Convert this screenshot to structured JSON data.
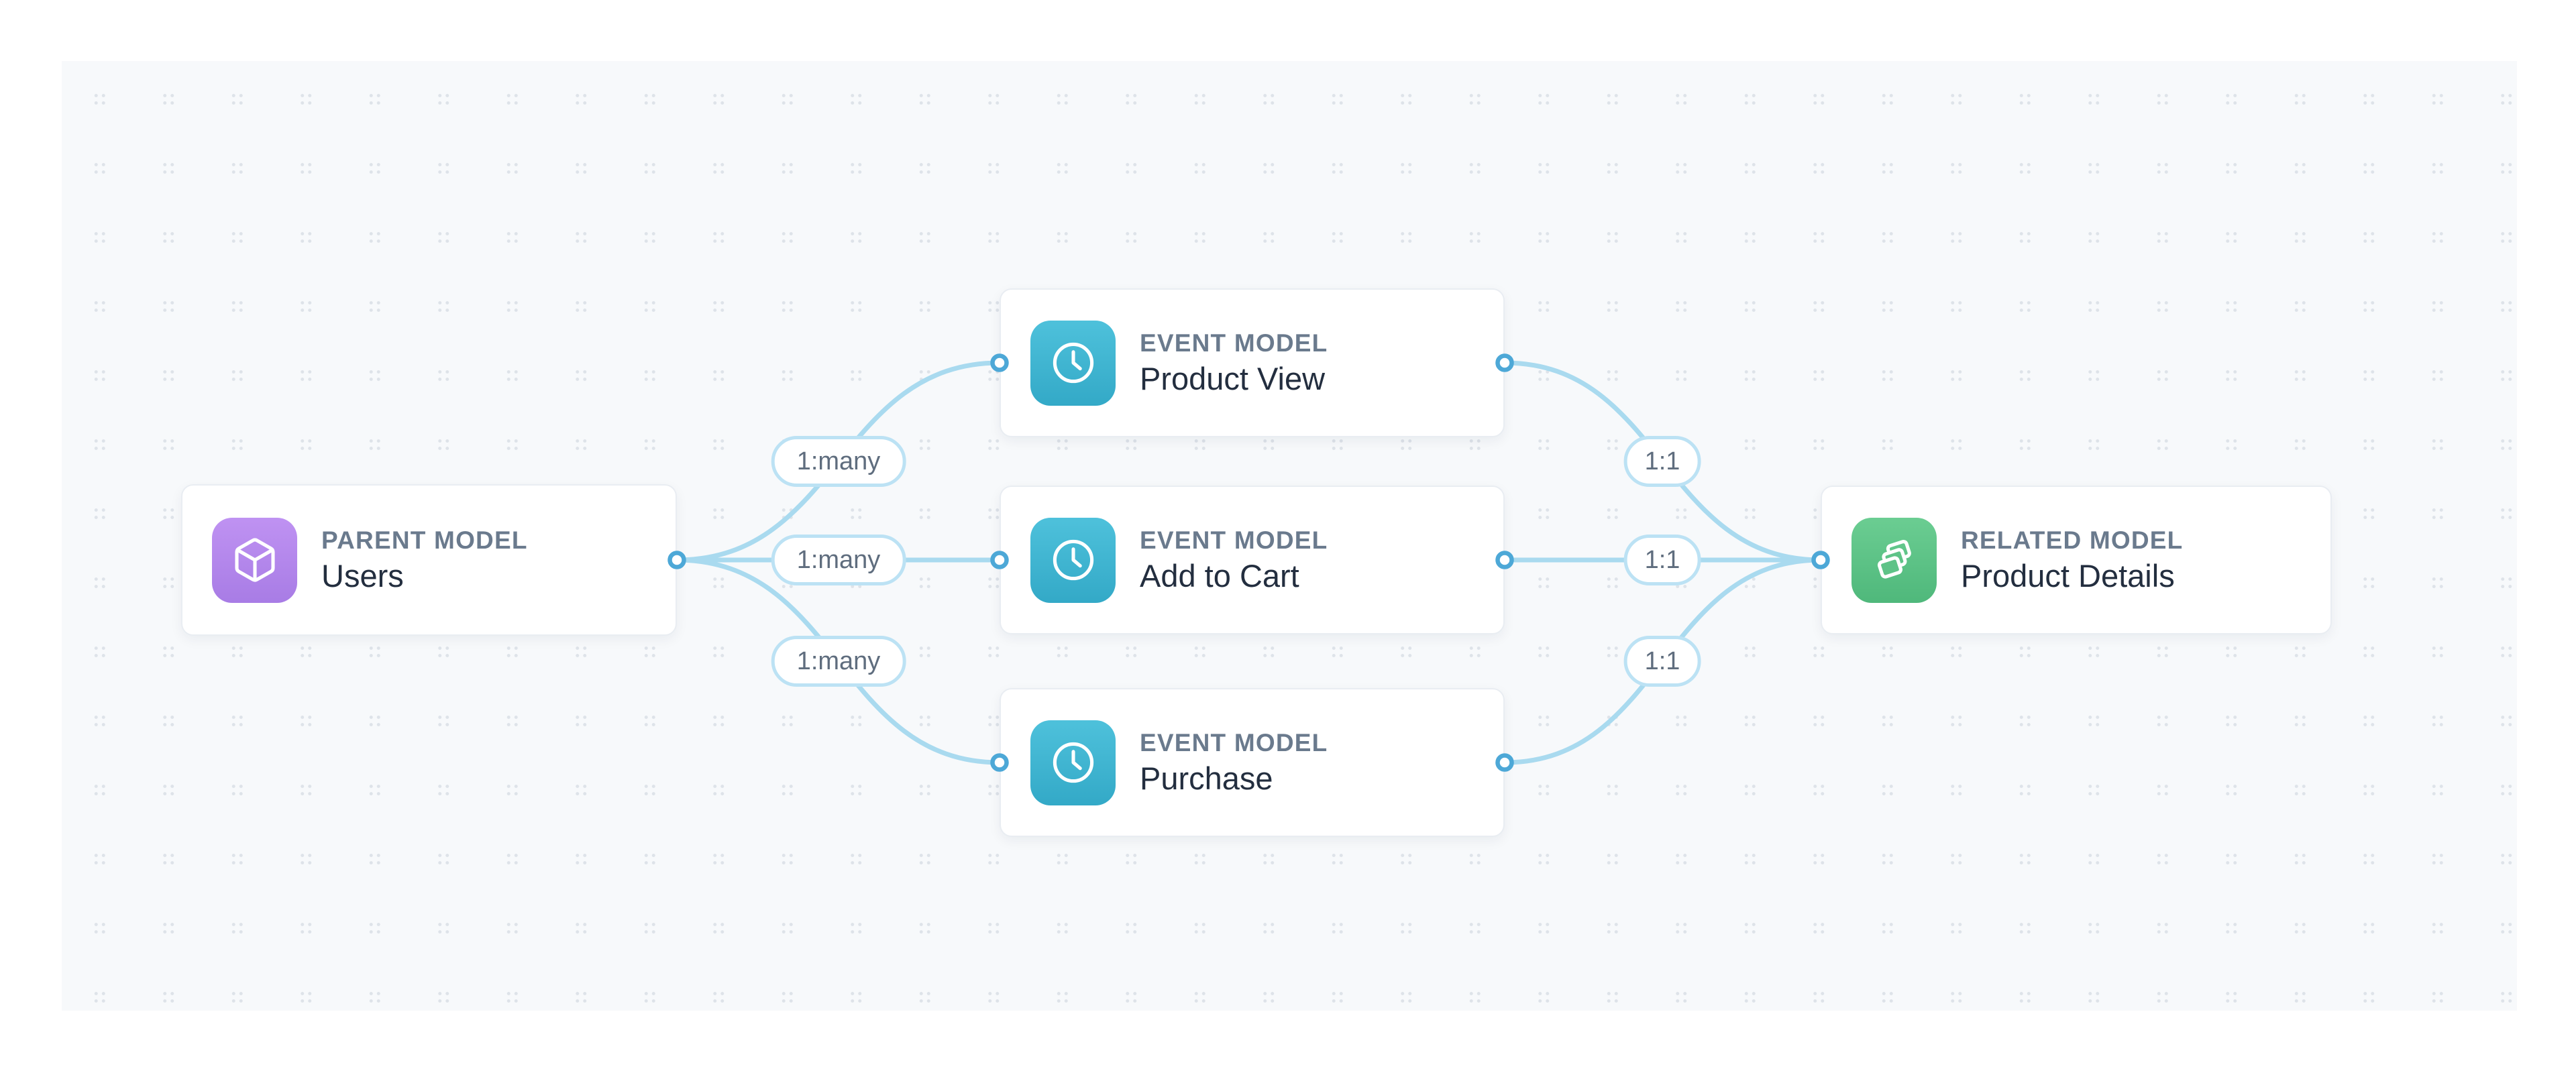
{
  "diagram": {
    "canvas": {
      "background_color": "#f7f9fb",
      "dot_color": "#dee3e9"
    },
    "colors": {
      "edge_blue": "#a9daef",
      "port_blue": "#4da8d7",
      "label_border_blue": "#bce2f4",
      "parent_purple": "#b287ec",
      "event_teal": "#41b5d1",
      "related_green": "#5dc287",
      "type_label_gray": "#6a7a8d",
      "title_dark": "#232e3f"
    },
    "nodes": [
      {
        "kind": "parent",
        "type_label": "PARENT MODEL",
        "title": "Users",
        "icon": "box-icon",
        "accent": "#b287ec"
      },
      {
        "kind": "event",
        "type_label": "EVENT MODEL",
        "title": "Product View",
        "icon": "clock-icon",
        "accent": "#41b5d1"
      },
      {
        "kind": "event",
        "type_label": "EVENT MODEL",
        "title": "Add to Cart",
        "icon": "clock-icon",
        "accent": "#41b5d1"
      },
      {
        "kind": "event",
        "type_label": "EVENT MODEL",
        "title": "Purchase",
        "icon": "clock-icon",
        "accent": "#41b5d1"
      },
      {
        "kind": "related",
        "type_label": "RELATED MODEL",
        "title": "Product Details",
        "icon": "layers-icon",
        "accent": "#5dc287"
      }
    ],
    "edges": [
      {
        "from": "Users",
        "to": "Product View",
        "label": "1:many"
      },
      {
        "from": "Users",
        "to": "Add to Cart",
        "label": "1:many"
      },
      {
        "from": "Users",
        "to": "Purchase",
        "label": "1:many"
      },
      {
        "from": "Product View",
        "to": "Product Details",
        "label": "1:1"
      },
      {
        "from": "Add to Cart",
        "to": "Product Details",
        "label": "1:1"
      },
      {
        "from": "Purchase",
        "to": "Product Details",
        "label": "1:1"
      }
    ]
  }
}
